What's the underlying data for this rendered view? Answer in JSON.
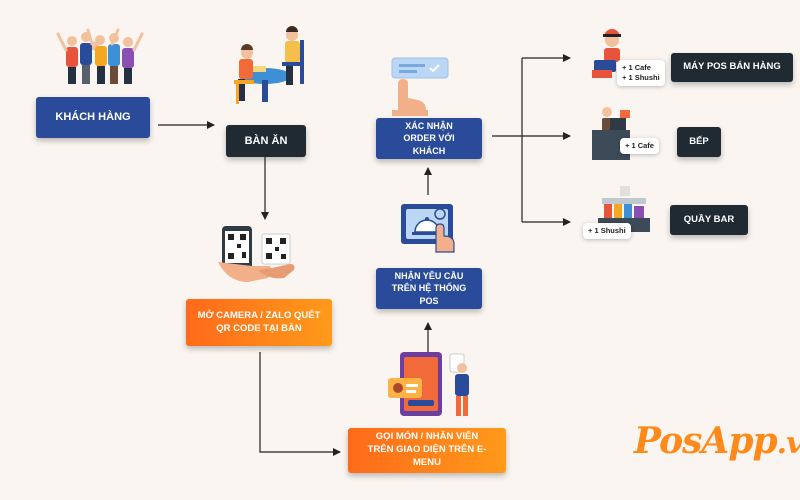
{
  "nodes": {
    "khach_hang": "KHÁCH HÀNG",
    "ban_an": "BÀN ĂN",
    "mo_camera": "MỞ CAMERA / ZALO QUÉT QR CODE TẠI BÀN",
    "goi_mon": "GỌI MÓN / NHÂN VIÊN TRÊN GIAO DIỆN TRÊN E-MENU",
    "nhan_yeu_cau": "NHẬN YÊU CẦU TRÊN HỆ THỐNG POS",
    "xac_nhan": "XÁC NHẬN ORDER VỚI KHÁCH",
    "may_pos": "MÁY POS BÁN HÀNG",
    "bep": "BẾP",
    "quay_bar": "QUẦY BAR"
  },
  "tags": {
    "pos_line1": "+ 1 Cafe",
    "pos_line2": "+ 1 Shushi",
    "bep_line1": "+ 1 Cafe",
    "bar_line1": "+ 1 Shushi"
  },
  "logo": {
    "brand": "PosApp",
    "tld": ".vn"
  },
  "colors": {
    "blue": "#2a4b9a",
    "dark": "#202a33",
    "orange": "#ff7a1a",
    "background": "#fbf5f1"
  }
}
